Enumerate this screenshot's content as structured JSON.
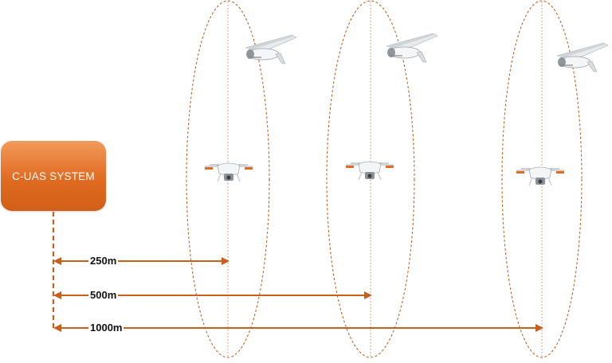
{
  "system": {
    "label": "C-UAS SYSTEM"
  },
  "ranges": [
    {
      "label": "250m"
    },
    {
      "label": "500m"
    },
    {
      "label": "1000m"
    }
  ],
  "colors": {
    "accent": "#e06b22",
    "arrow": "#c95f1c",
    "ellipse": "#c0652a",
    "text": "#111111"
  },
  "icons": [
    "fixed-wing-drone-icon",
    "quadcopter-icon"
  ]
}
